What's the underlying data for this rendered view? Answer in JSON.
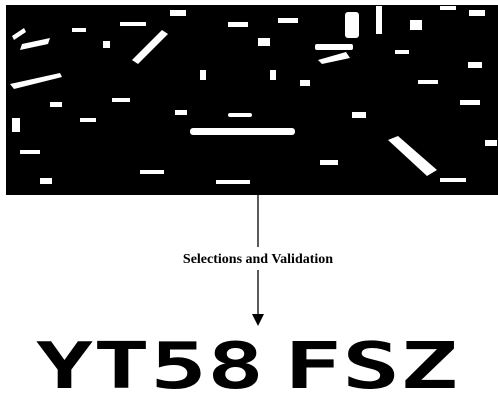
{
  "diagram": {
    "step_label": "Selections and Validation",
    "output_plate": {
      "group_left": "YT58",
      "group_right": "FSZ"
    }
  },
  "colors": {
    "background": "#ffffff",
    "ink": "#000000",
    "binary_image_background": "#000000",
    "binary_image_foreground": "#ffffff"
  }
}
